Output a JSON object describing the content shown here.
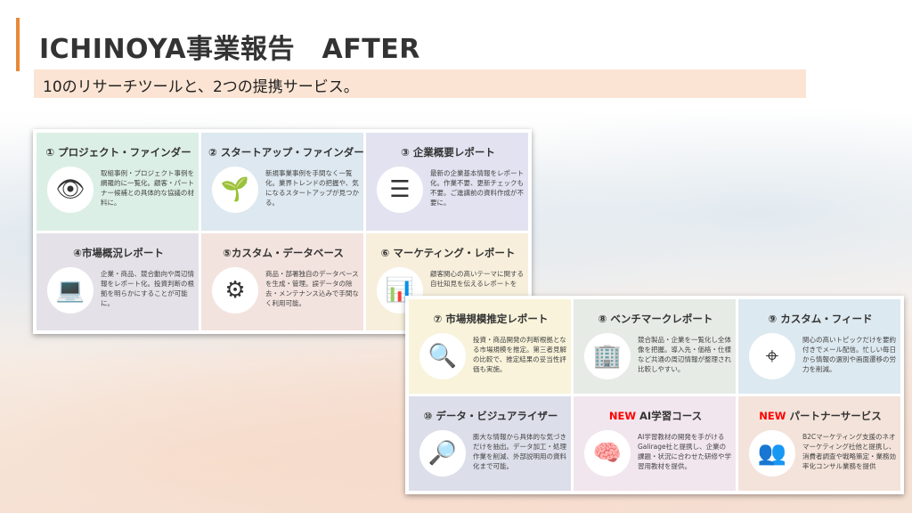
{
  "title": "ICHINOYA事業報告　AFTER",
  "subtitle": "10のリサーチツールと、2つの提携サービス。",
  "panel1": [
    {
      "title": "① プロジェクト・ファインダー",
      "desc": "取組事例・プロジェクト事例を網羅的に一覧化。顧客・パートナー候補との具体的な協議の材料に。",
      "icon": "eye-icon",
      "glyph": "👁",
      "color": "#dcefe6"
    },
    {
      "title": "② スタートアップ・ファインダー",
      "desc": "新規事業事例を手間なく一覧化。業界トレンドの把握や、気になるスタートアップが見つかる。",
      "icon": "sprout-icon",
      "glyph": "🌱",
      "color": "#dde8f0"
    },
    {
      "title": "③ 企業概要レポート",
      "desc": "最新の企業基本情報をレポート化。作業不要、更新チェックも不要。ご進講前の資料作成が不要に。",
      "icon": "checklist-icon",
      "glyph": "☰",
      "color": "#e3e2f1"
    },
    {
      "title": "④市場概況レポート",
      "desc": "企業・商品、競合動向や周辺情報をレポート化。投資判断の根拠を明らかにすることが可能に。",
      "icon": "dashboard-icon",
      "glyph": "💻",
      "color": "#e4e2e8"
    },
    {
      "title": "⑤カスタム・データベース",
      "desc": "商品・部署独自のデータベースを生成・管理。誤データの除去・メンテナンス込みで手間なく利用可能。",
      "icon": "gears-icon",
      "glyph": "⚙",
      "color": "#f3e3de"
    },
    {
      "title": "⑥ マーケティング・レポート",
      "desc": "顧客関心の高いテーマに関する自社知見を伝えるレポートを",
      "icon": "presentation-icon",
      "glyph": "📊",
      "color": "#f7efdc"
    }
  ],
  "panel2": [
    {
      "title": "⑦ 市場規模推定レポート",
      "desc": "投資・商品開発の判断根拠となる市場規模を推定。第三者見解の比較で、推定結果の妥当性評価も実施。",
      "icon": "magnifier-pulse-icon",
      "glyph": "🔍",
      "color": "#f8f3da"
    },
    {
      "title": "⑧ ベンチマークレポート",
      "desc": "競合製品・企業を一覧化し全体像を把握。導入先・価格・仕様など共通の周辺情報が整理され比較しやすい。",
      "icon": "buildings-icon",
      "glyph": "🏢",
      "color": "#e6ebe6"
    },
    {
      "title": "⑨ カスタム・フィード",
      "desc": "関心の高いトピックだけを要約付きでメール配信。忙しい毎日から情報の選別や画面遷移の労力を削減。",
      "icon": "target-icon",
      "glyph": "⌖",
      "color": "#dde9f0"
    },
    {
      "title": "⑩ データ・ビジュアライザー",
      "desc": "膨大な情報から具体的な気づきだけを抽出。データ加工・処理作業を削減、外部説明用の資料化まで可能。",
      "icon": "data-search-icon",
      "glyph": "🔎",
      "color": "#dcdfea"
    },
    {
      "new": "NEW",
      "title": " AI学習コース",
      "desc": "AI学習教材の開発を手がけるGalirage社と提携し、企業の課題・状況に合わせた研修や学習用教材を提供。",
      "icon": "ai-head-icon",
      "glyph": "🧠",
      "color": "#f1e6ee"
    },
    {
      "new": "NEW",
      "title": " パートナーサービス",
      "desc": "B2Cマーケティング支援のネオマーケティング社他と提携し、消費者調査や戦略策定・業務効率化コンサル業務を提供",
      "icon": "team-idea-icon",
      "glyph": "👥",
      "color": "#f4e3da"
    }
  ]
}
